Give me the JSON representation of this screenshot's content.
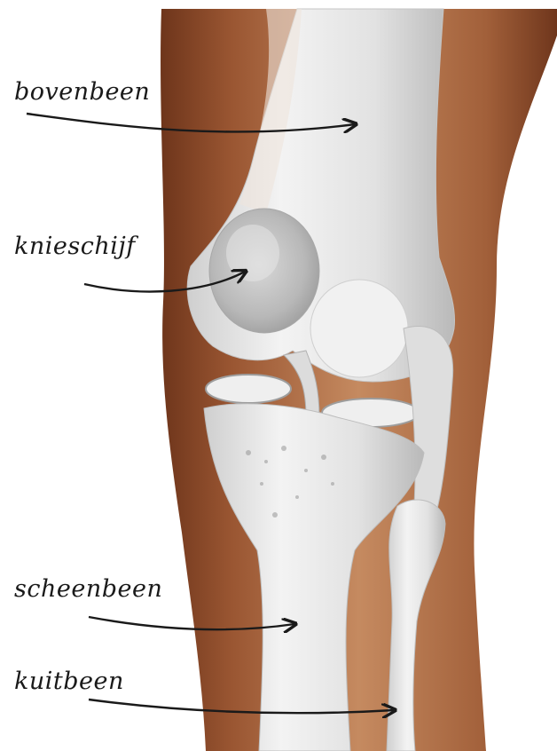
{
  "labels": {
    "bovenbeen": "bovenbeen",
    "knieschijf": "knieschijf",
    "scheenbeen": "scheenbeen",
    "kuitbeen": "kuitbeen"
  },
  "colors": {
    "skin_dark": "#7a3f22",
    "skin_mid": "#a8663f",
    "skin_light": "#c98d63",
    "bone": "#e9e9e9",
    "bone_shadow": "#bdbdbd",
    "ink": "#1a1a1a"
  }
}
